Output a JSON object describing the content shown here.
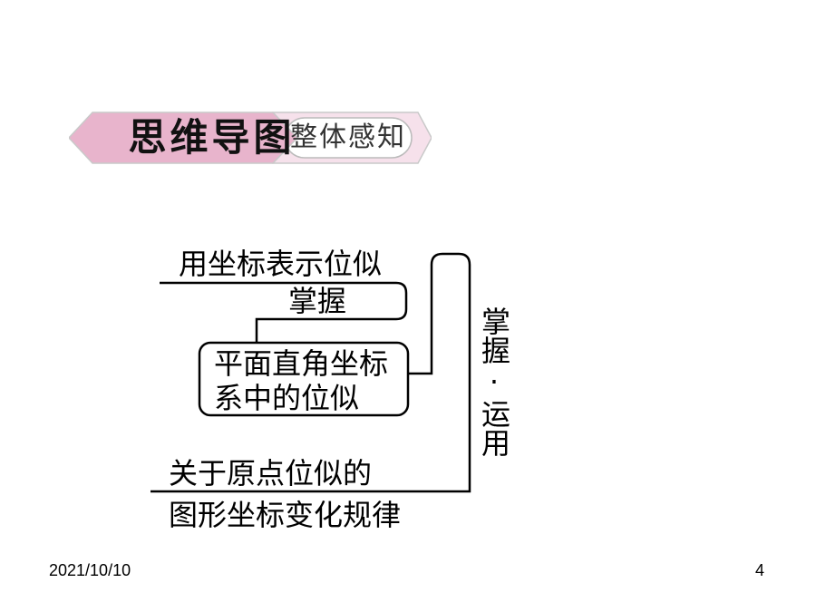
{
  "banner": {
    "title": "思维导图",
    "subtitle": "整体感知",
    "colors": {
      "pink": "#e8b4cc",
      "light_pink": "#f6e1eb",
      "border": "#c9c9c9"
    }
  },
  "mindmap": {
    "node_top": "用坐标表示位似",
    "node_master": "掌握",
    "node_box_line1": "平面直角坐标",
    "node_box_line2": "系中的位似",
    "node_bottom_line1": "关于原点位似的",
    "node_bottom_line2": "图形坐标变化规律",
    "side_label": "掌握·运用"
  },
  "footer": {
    "date": "2021/10/10",
    "page_number": "4"
  }
}
